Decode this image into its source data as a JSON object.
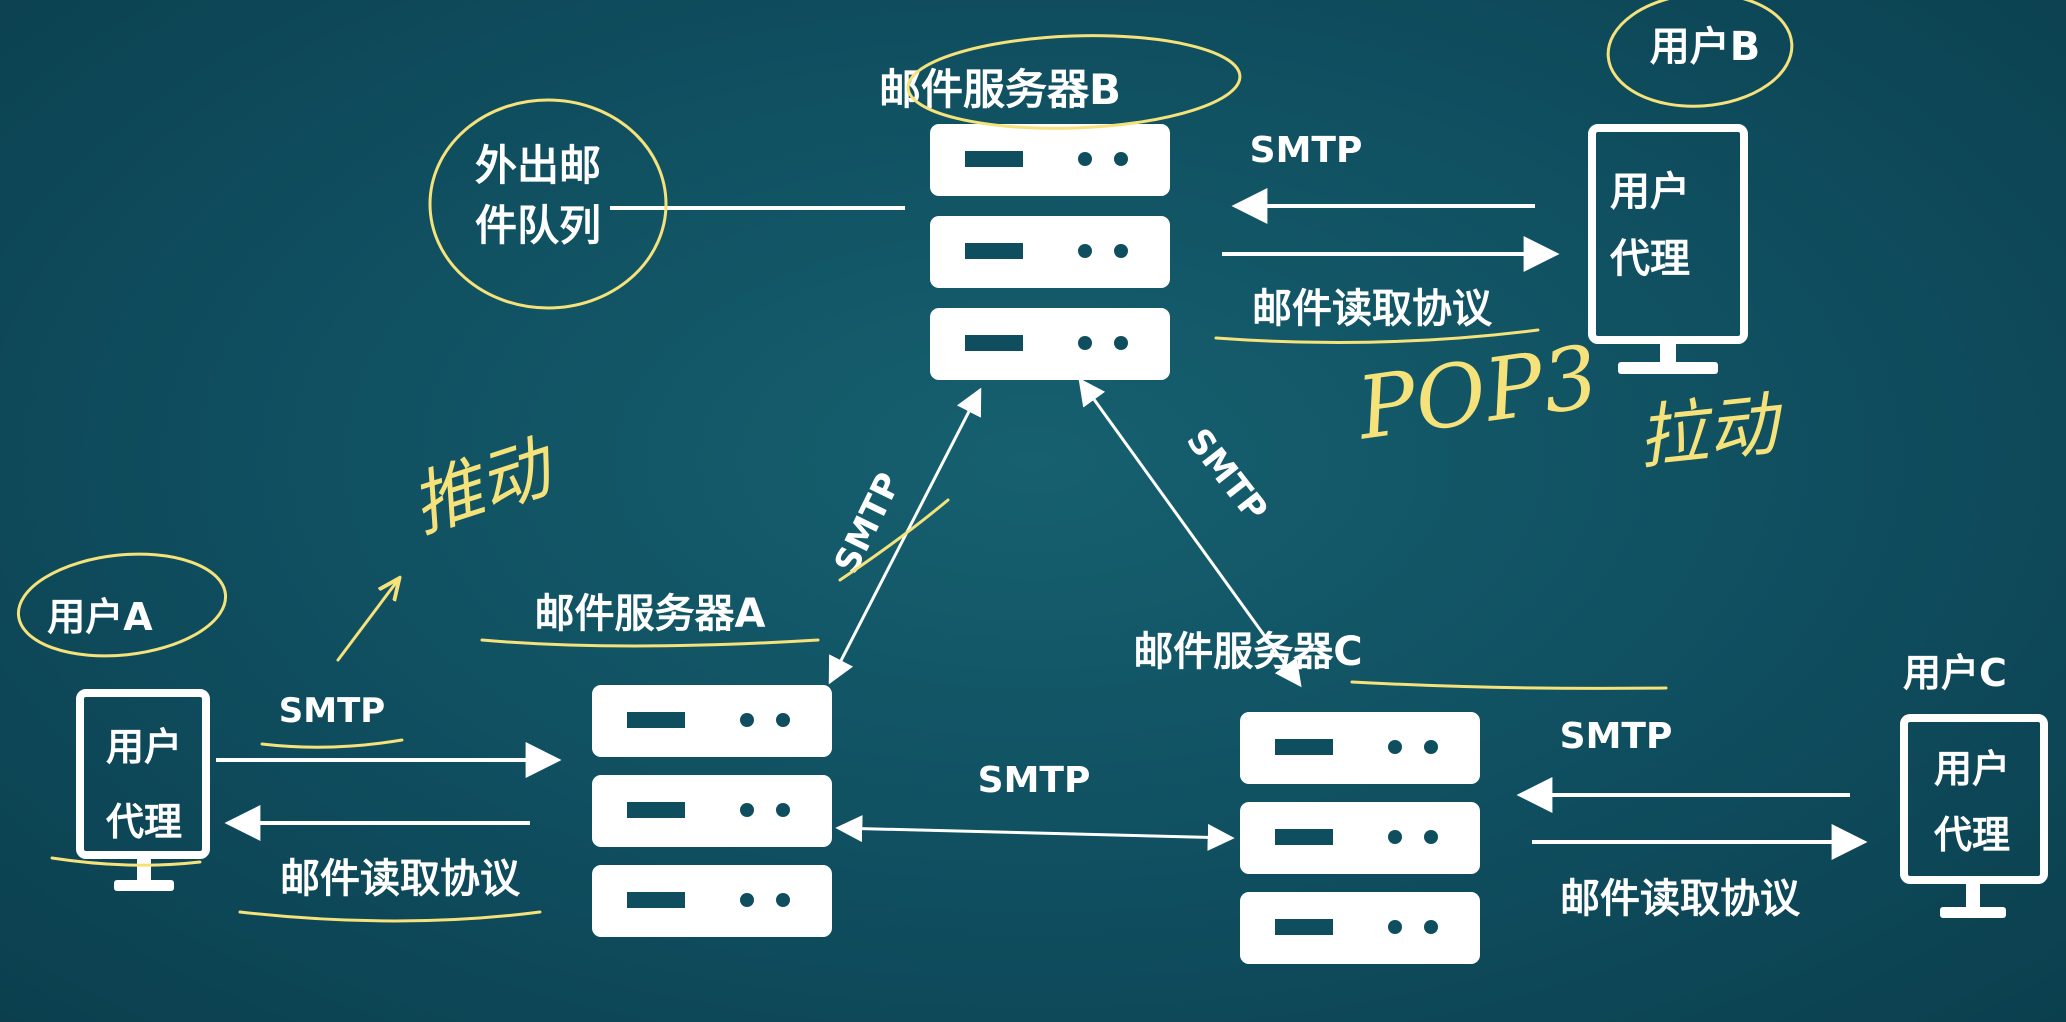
{
  "diagram": {
    "title_fragment": "",
    "servers": {
      "a": {
        "label": "邮件服务器A"
      },
      "b": {
        "label": "邮件服务器B"
      },
      "c": {
        "label": "邮件服务器C"
      }
    },
    "users": {
      "a": {
        "label": "用户A",
        "agent_line1": "用户",
        "agent_line2": "代理"
      },
      "b": {
        "label": "用户B",
        "agent_line1": "用户",
        "agent_line2": "代理"
      },
      "c": {
        "label": "用户C",
        "agent_line1": "用户",
        "agent_line2": "代理"
      }
    },
    "outgoing_queue": {
      "line1": "外出邮",
      "line2": "件队列"
    },
    "protocols": {
      "smtp": "SMTP",
      "read_protocol": "邮件读取协议"
    },
    "annotations": {
      "push": "推动",
      "pop3": "POP3",
      "pull": "拉动"
    },
    "colors": {
      "background": "#0f4e5f",
      "box": "#ffffff",
      "annotation": "#f6e27a"
    }
  }
}
